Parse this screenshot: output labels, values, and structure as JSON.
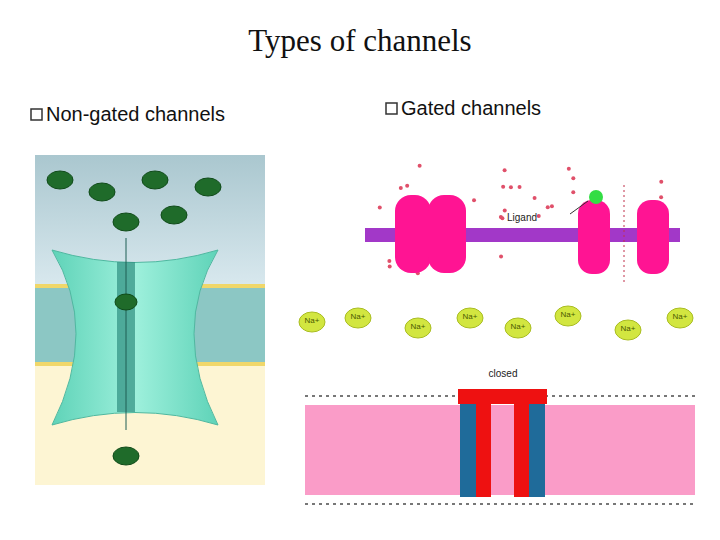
{
  "diagram": {
    "title": "Types of channels",
    "labels": [
      "Non-gated channels",
      "Gated channels",
      "Ligand",
      "closed",
      "Na+",
      "Na+",
      "Na+",
      "Na+",
      "Na+",
      "Na+",
      "Na+",
      "Na+"
    ]
  }
}
